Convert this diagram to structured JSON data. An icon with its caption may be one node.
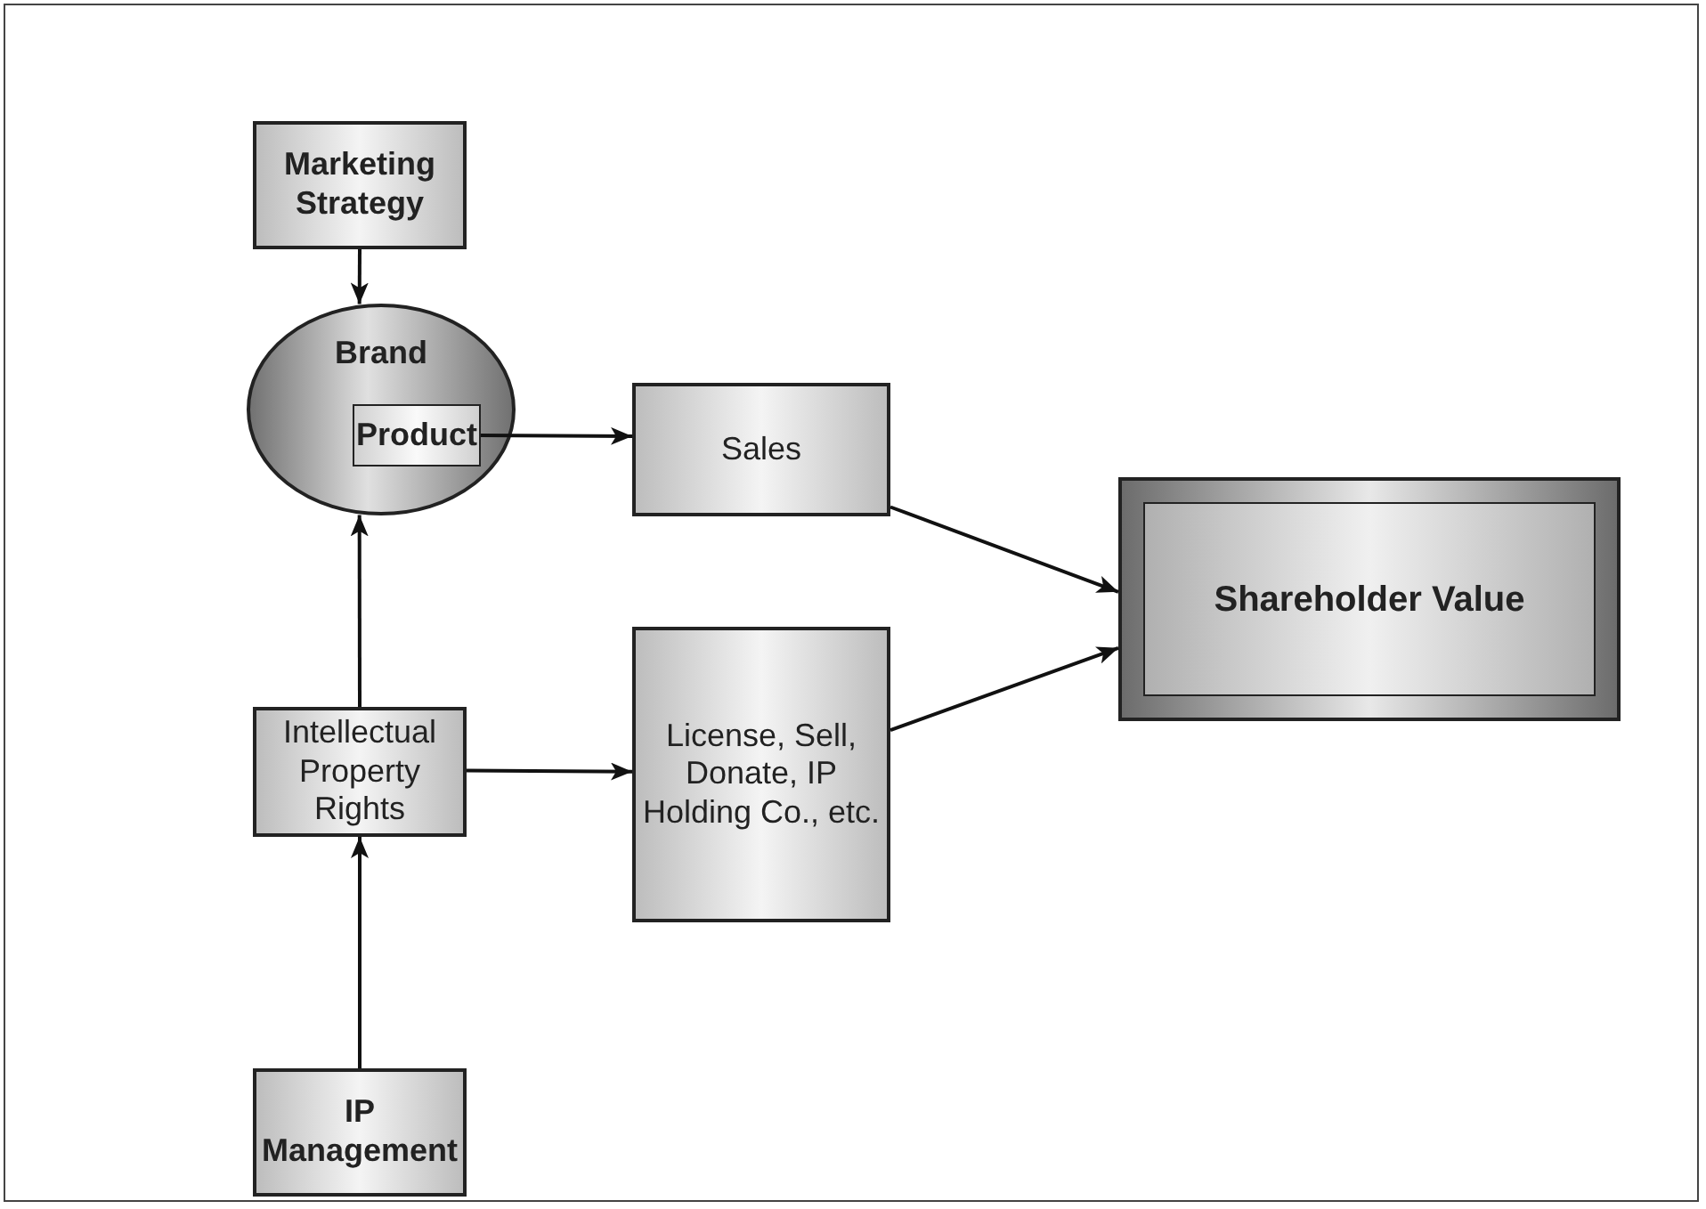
{
  "diagram": {
    "nodes": [
      {
        "text": [
          "Marketing Strategy"
        ]
      },
      {
        "text": [
          "Brand"
        ]
      },
      {
        "text": [
          "Product"
        ],
        "in": 1
      },
      {
        "text": [
          "Sales"
        ]
      },
      {
        "text": [
          "Shareholder Value"
        ]
      },
      {
        "text": [
          "Intellectual Property Rights"
        ]
      },
      {
        "text": [
          "License, Sell, Donate, IP Holding Co., etc."
        ]
      },
      {
        "text": [
          "IP Management"
        ]
      }
    ],
    "edges": [
      {
        "from": 0,
        "to": 1,
        "arrow": "to"
      },
      {
        "from": 2,
        "to": 3,
        "arrow": "to"
      },
      {
        "from": 5,
        "to": 1,
        "arrow": "to"
      },
      {
        "from": 7,
        "to": 5,
        "arrow": "to"
      },
      {
        "from": 5,
        "to": 6,
        "arrow": "to"
      },
      {
        "from": 3,
        "to": 4,
        "arrow": "to"
      },
      {
        "from": 6,
        "to": 4,
        "arrow": "to"
      }
    ]
  }
}
